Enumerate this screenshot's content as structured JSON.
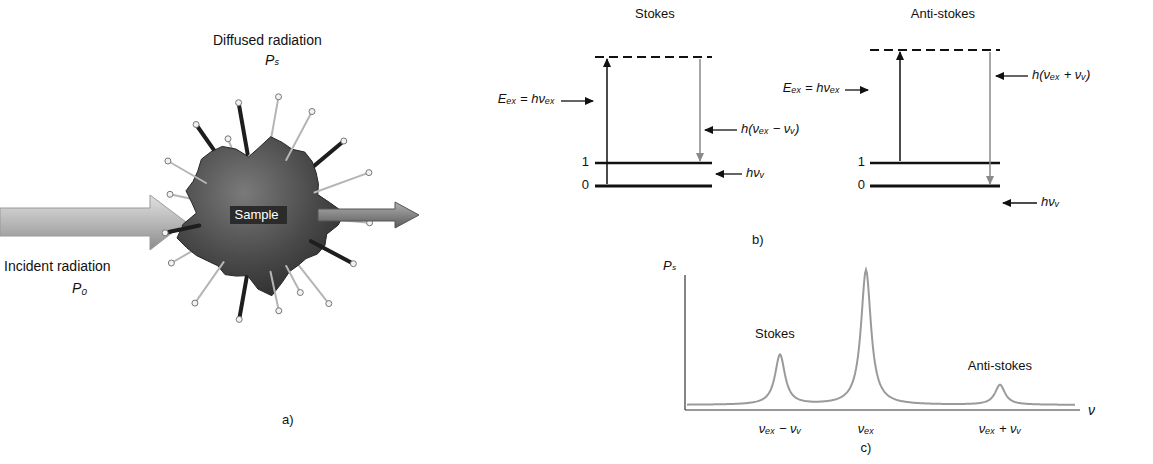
{
  "diagram": {
    "nodes": [
      {
        "text": [
          "Sample"
        ]
      }
    ],
    "labels": [
      "Diffused radiation",
      "Pₛ",
      "Incident radiation",
      "P₀",
      "a)",
      "Stokes",
      "Anti-stokes",
      "Eₑₓ = hνₑₓ",
      "h(νₑₓ − νᵥ)",
      "1",
      "0",
      "hνᵥ",
      "Eₑₓ = hνₑₓ",
      "h(νₑₓ + νᵥ)",
      "1",
      "0",
      "hνᵥ",
      "b)",
      "Pₛ",
      "Stokes",
      "Anti-stokes",
      "ν",
      "νₑₓ − νᵥ",
      "νₑₓ",
      "νₑₓ + νᵥ",
      "c)"
    ]
  }
}
